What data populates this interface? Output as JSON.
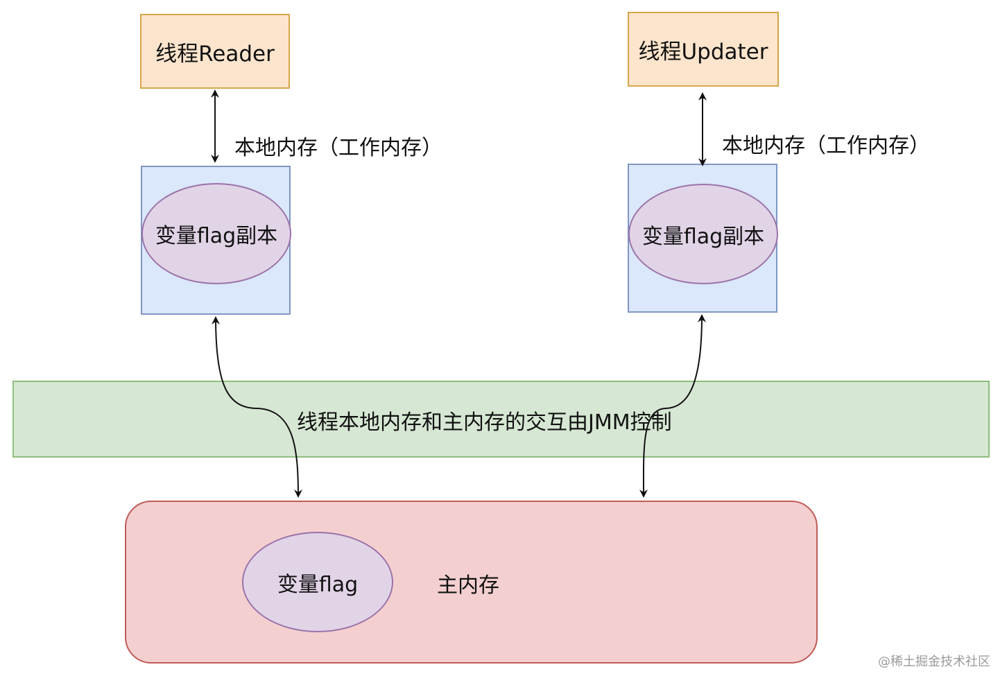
{
  "threads": {
    "reader": {
      "label": "线程Reader"
    },
    "updater": {
      "label": "线程Updater"
    }
  },
  "local_memory": {
    "reader_label": "本地内存（工作内存）",
    "updater_label": "本地内存（工作内存）",
    "reader_copy": "变量flag副本",
    "updater_copy": "变量flag副本"
  },
  "jmm_band": {
    "label": "线程本地内存和主内存的交互由JMM控制"
  },
  "main_memory": {
    "variable": "变量flag",
    "label": "主内存"
  },
  "watermark": "@稀土掘金技术社区",
  "colors": {
    "thread_fill": "#fce5cc",
    "local_fill": "#dbe7fb",
    "ellipse_fill": "#e1d4e7",
    "band_fill": "#d6e7d3",
    "main_fill": "#f4cfcf"
  }
}
